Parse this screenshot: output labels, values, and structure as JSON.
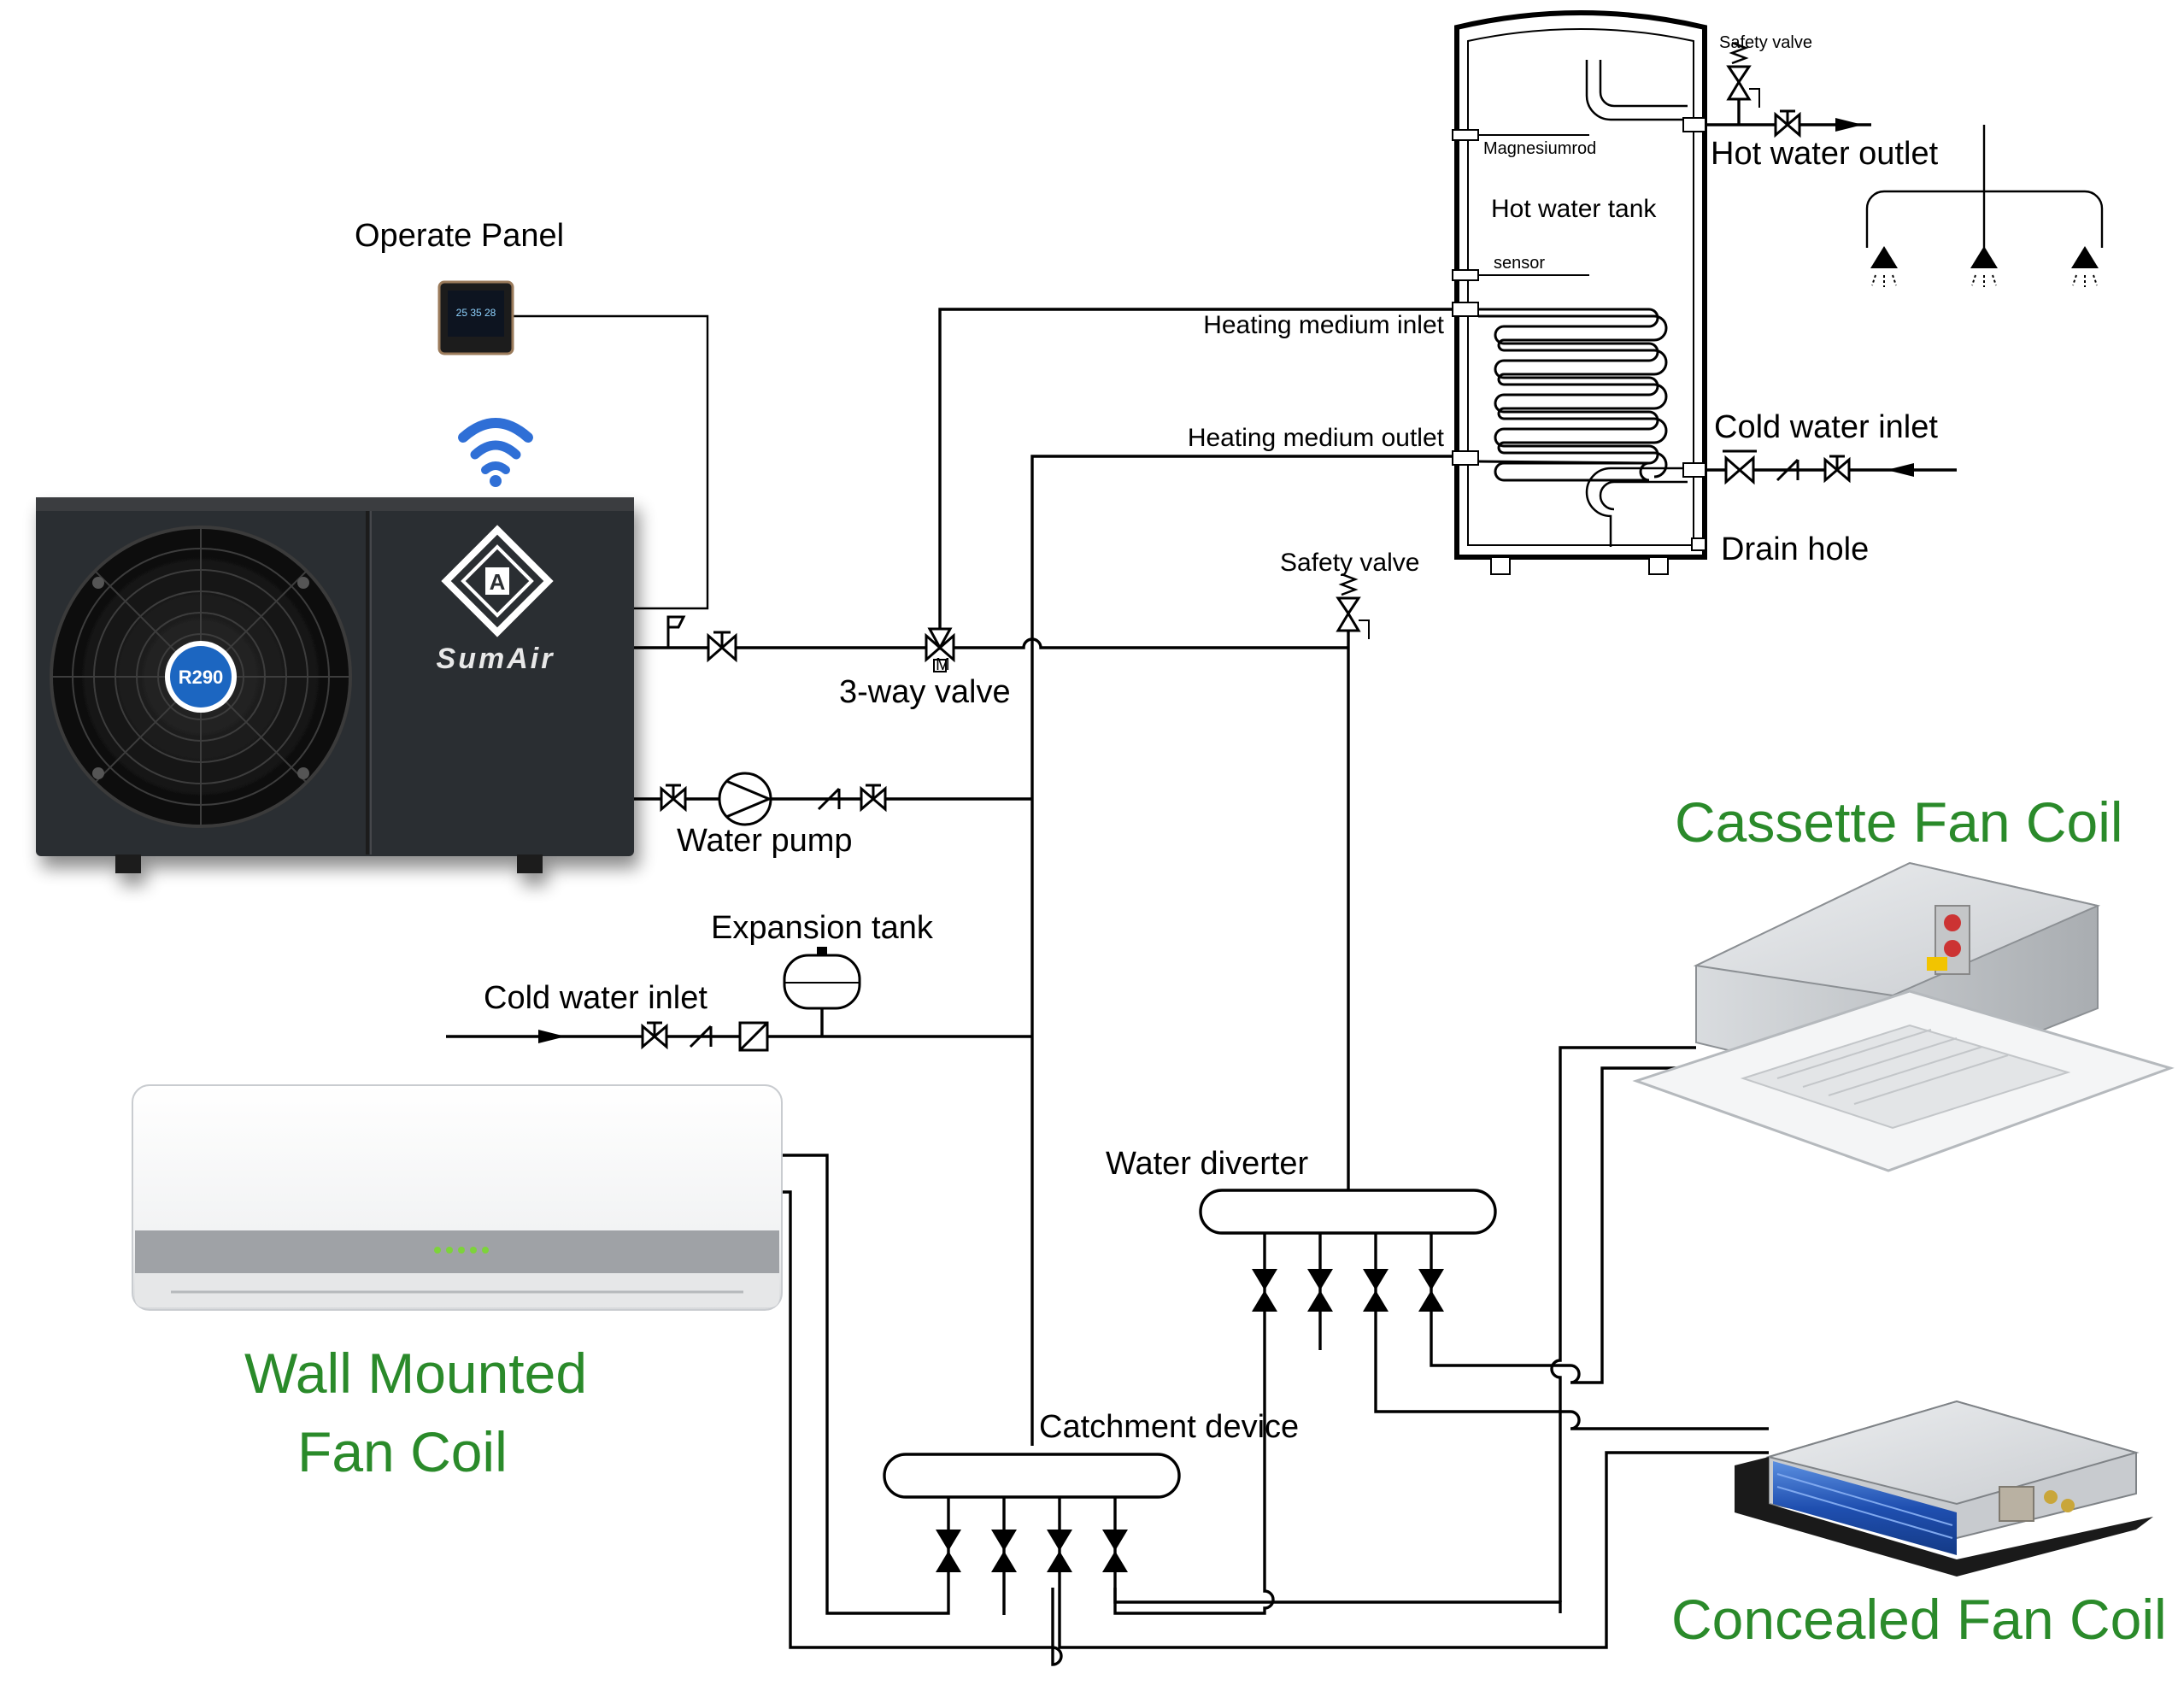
{
  "labels": {
    "operate_panel": "Operate Panel",
    "three_way_valve": "3-way valve",
    "water_pump": "Water pump",
    "expansion_tank": "Expansion tank",
    "cold_water_inlet_left": "Cold water inlet",
    "safety_valve_mid": "Safety valve",
    "safety_valve_top": "Safety valve",
    "heating_medium_inlet": "Heating medium  inlet",
    "heating_medium_outlet": "Heating medium  outlet",
    "magnesium_rod": "Magnesiumrod",
    "hot_water_tank": "Hot water tank",
    "sensor": "sensor",
    "hot_water_outlet": "Hot water outlet",
    "cold_water_inlet_right": "Cold water inlet",
    "drain_hole": "Drain hole",
    "water_diverter": "Water diverter",
    "catchment_device": "Catchment device",
    "cassette_fan_coil": "Cassette Fan Coil",
    "wall_mounted_line1": "Wall Mounted",
    "wall_mounted_line2": "Fan Coil",
    "concealed_fan_coil": "Concealed Fan Coil"
  },
  "heat_pump": {
    "brand": "SumAir",
    "refrigerant_badge": "R290",
    "logo_letter": "A",
    "body_color": "#2c2e31",
    "fan_color": "#111111"
  },
  "panel_display": "25 35 28",
  "colors": {
    "pipe": "#000000",
    "label_green": "#2a8a2a",
    "wifi": "#2f6fd6"
  },
  "icons": [
    "wifi-icon",
    "operate-panel-icon",
    "shower-head-icon",
    "valve-icon",
    "pump-icon",
    "check-valve-icon",
    "flow-arrow-icon"
  ]
}
